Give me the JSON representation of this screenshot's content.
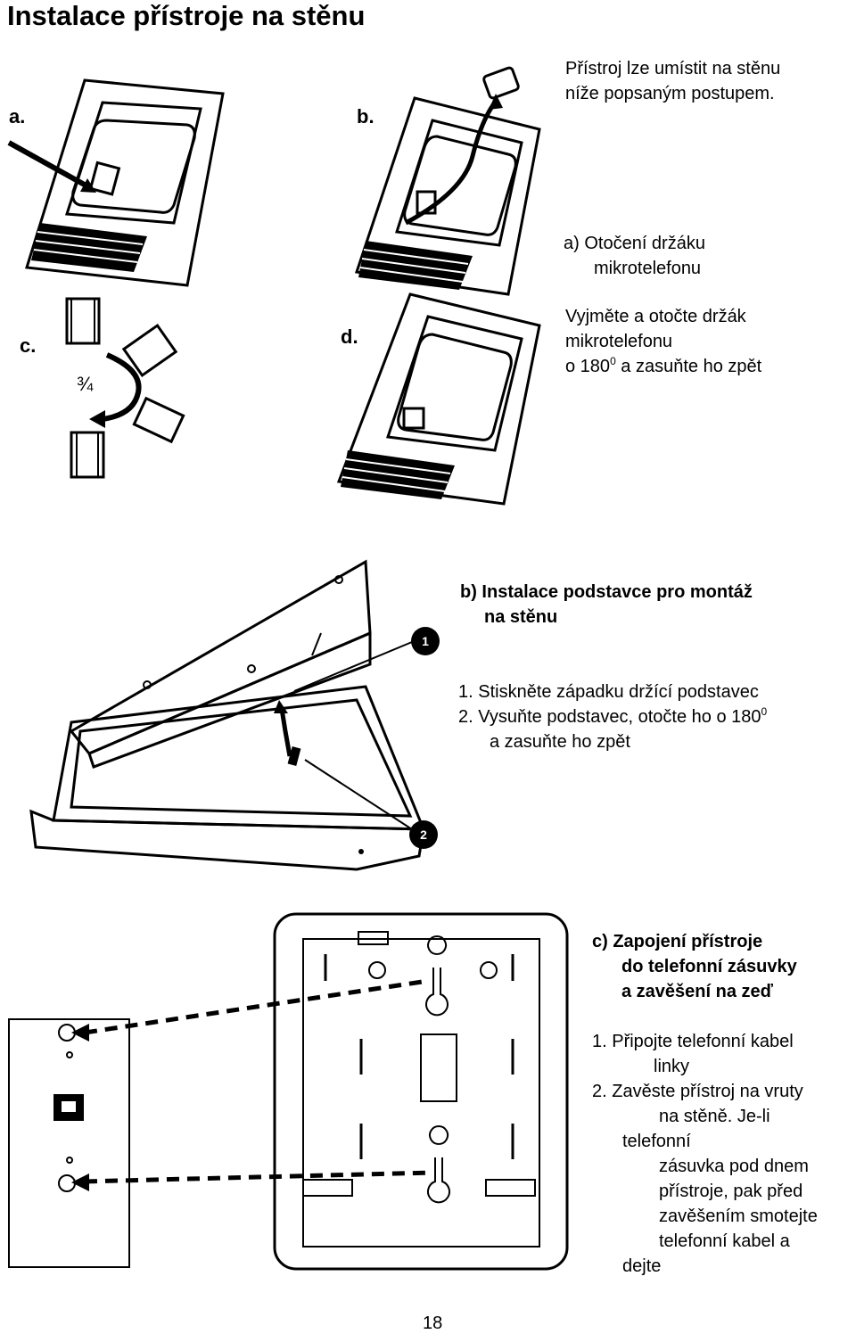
{
  "title": "Instalace přístroje na stěnu",
  "intro": [
    "Přístroj lze umístit na stěnu",
    "níže popsaným postupem."
  ],
  "figure_labels": {
    "a": "a.",
    "b": "b.",
    "c": "c.",
    "d": "d.",
    "fraction": "¾"
  },
  "section_a": {
    "heading": [
      "a) Otočení držáku",
      "mikrotelefonu"
    ],
    "body_1": "Vyjměte a otočte držák",
    "body_2": "mikrotelefonu",
    "body_3_pre": "o 180",
    "body_3_sup": "0",
    "body_3_post": " a zasuňte ho zpět"
  },
  "section_b": {
    "heading": [
      "b) Instalace podstavce pro montáž",
      "na stěnu"
    ],
    "step1": "1.  Stiskněte západku držící podstavec",
    "step2_pre": "2.  Vysuňte podstavec, otočte ho o 180",
    "step2_sup": "0",
    "step2_cont": "a zasuňte ho zpět",
    "badge1": "1",
    "badge2": "2"
  },
  "section_c": {
    "heading": [
      "c)  Zapojení přístroje",
      "do telefonní zásuvky",
      "a zavěšení na zeď"
    ],
    "lines": [
      "1.  Připojte telefonní kabel",
      "linky",
      "2.  Zavěste přístroj na vruty",
      "na stěně. Je-li",
      "telefonní",
      "zásuvka pod dnem",
      "přístroje, pak před",
      "zavěšením smotejte",
      "telefonní kabel a",
      "dejte"
    ]
  },
  "page_number": "18"
}
